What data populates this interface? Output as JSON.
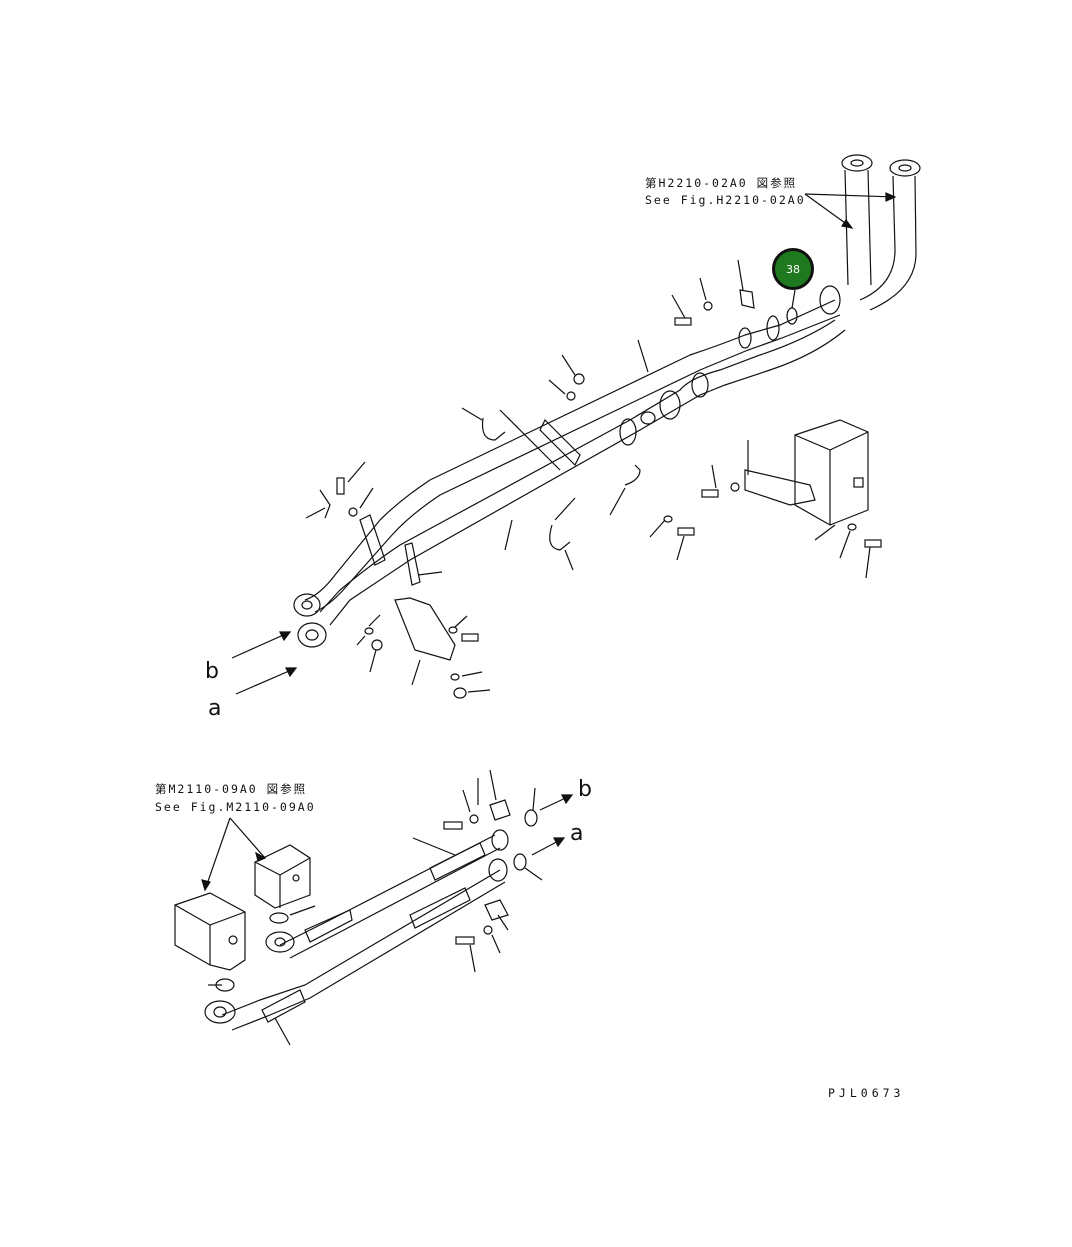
{
  "refs": {
    "top_right": {
      "jp": "第H2210-02A0 図参照",
      "en": "See Fig.H2210-02A0"
    },
    "bottom_left": {
      "jp": "第M2110-09A0 図参照",
      "en": "See Fig.M2110-09A0"
    }
  },
  "connection_labels": {
    "b_upper": "b",
    "a_upper": "a",
    "b_lower": "b",
    "a_lower": "a"
  },
  "callouts": [
    {
      "number": "38",
      "color": "#1f7a1f"
    }
  ],
  "drawing_code": "PJL0673"
}
